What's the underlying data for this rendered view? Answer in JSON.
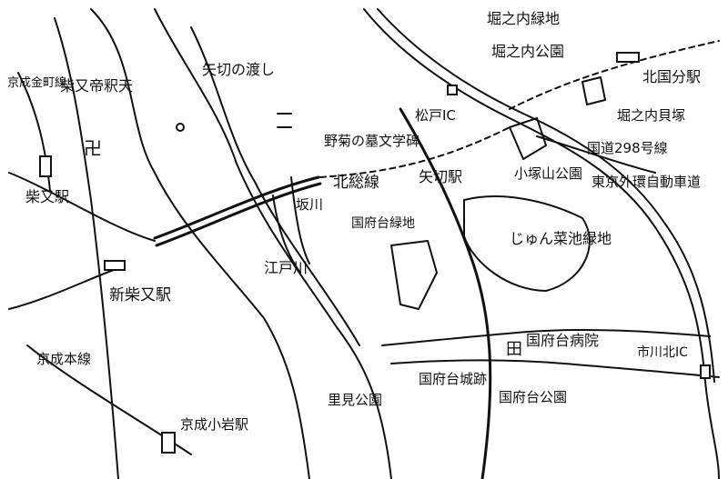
{
  "map": {
    "labels": {
      "horinouchi_ryokuchi": "堀之内緑地",
      "horinouchi_koen": "堀之内公園",
      "kita_kokubun_station": "北国分駅",
      "yagiri_watashi": "矢切の渡し",
      "shibamata_taishakuten": "柴又帝釈天",
      "keisei_kanamachi_line": "京成金町線",
      "matsudo_ic": "松戸IC",
      "horinouchi_kaizuka": "堀之内貝塚",
      "nogiku_monument": "野菊の墓文学碑",
      "hokuso_line": "北総線",
      "yagiri_station": "矢切駅",
      "kozukayama_koen": "小塚山公園",
      "route_298": "国道298号線",
      "gaikan": "東京外環自動車道",
      "shibamata_station": "柴又駅",
      "sakagawa": "坂川",
      "kokufudai_ryokuchi": "国府台緑地",
      "junsai_ike_ryokuchi": "じゅん菜池緑地",
      "shin_shibamata_station": "新柴又駅",
      "edogawa": "江戸川",
      "kokufudai_hospital": "国府台病院",
      "ichikawa_kita_ic": "市川北IC",
      "keisei_main_line": "京成本線",
      "kokufudai_castle_ruins": "国府台城跡",
      "kokufudai_koen": "国府台公園",
      "satomi_koen": "里見公園",
      "keisei_koiwa_station": "京成小岩駅"
    },
    "symbols": {
      "temple": "卍",
      "hospital": "田"
    },
    "colors": {
      "ink": "#111111",
      "paper": "#ffffff"
    }
  }
}
